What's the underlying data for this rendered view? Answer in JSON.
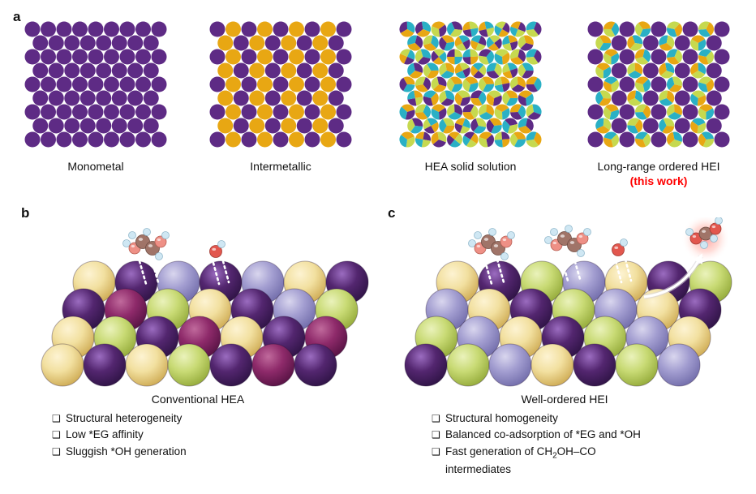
{
  "labels": {
    "a": "a",
    "b": "b",
    "c": "c"
  },
  "bullet_glyph": "❑",
  "palette": {
    "purple": "#5e2b85",
    "gold": "#e8a713",
    "green": "#c6d94f",
    "teal": "#2ab0c5",
    "caption_red": "#ff0000",
    "text": "#111111"
  },
  "lattices": [
    {
      "caption": "Monometal",
      "type": "mono"
    },
    {
      "caption": "Intermetallic",
      "type": "checker"
    },
    {
      "caption": "HEA solid solution",
      "type": "random_pie"
    },
    {
      "caption": "Long-range ordered HEI",
      "subcaption": "(this work)",
      "type": "ordered_pie"
    }
  ],
  "scene_b": {
    "caption": "Conventional HEA",
    "bullets": [
      [
        {
          "t": "Structural heterogeneity"
        }
      ],
      [
        {
          "t": "Low *EG affinity"
        }
      ],
      [
        {
          "t": "Sluggish *OH generation"
        }
      ]
    ],
    "sphere_pattern": [
      [
        "cream",
        "purple",
        "lav",
        "purple",
        "lav",
        "cream",
        "purple"
      ],
      [
        "purple",
        "magenta",
        "green",
        "cream",
        "purple",
        "lav",
        "green"
      ],
      [
        "cream",
        "green",
        "purple",
        "magenta",
        "cream",
        "purple",
        "magenta"
      ],
      [
        "cream",
        "purple",
        "cream",
        "green",
        "purple",
        "magenta",
        "purple"
      ]
    ]
  },
  "scene_c": {
    "caption": "Well-ordered HEI",
    "bullets": [
      [
        {
          "t": "Structural homogeneity"
        }
      ],
      [
        {
          "t": "Balanced co-adsorption of *EG and *OH"
        }
      ],
      [
        {
          "t": "Fast generation of CH"
        },
        {
          "t": "2",
          "sub": true
        },
        {
          "t": "OH–CO intermediates"
        }
      ]
    ],
    "sphere_pattern": [
      [
        "cream",
        "purple",
        "green",
        "lav",
        "cream",
        "purple",
        "green"
      ],
      [
        "lav",
        "cream",
        "purple",
        "green",
        "lav",
        "cream",
        "purple"
      ],
      [
        "green",
        "lav",
        "cream",
        "purple",
        "green",
        "lav",
        "cream"
      ],
      [
        "purple",
        "green",
        "lav",
        "cream",
        "purple",
        "green",
        "lav"
      ]
    ]
  },
  "sphere_colors": {
    "cream": {
      "hi": "#fdf3d2",
      "mid": "#f2e0a0",
      "lo": "#c9a348"
    },
    "purple": {
      "hi": "#9b6cc0",
      "mid": "#53266f",
      "lo": "#2a1140"
    },
    "green": {
      "hi": "#eaf2bb",
      "mid": "#c8da74",
      "lo": "#8da432"
    },
    "lav": {
      "hi": "#d9d6ee",
      "mid": "#a29dd0",
      "lo": "#6b66a5"
    },
    "magenta": {
      "hi": "#c06a9c",
      "mid": "#8e2a6a",
      "lo": "#4f0f3e"
    }
  },
  "molecule_colors": {
    "carbon": "#a07468",
    "oxygen": "#ee9086",
    "oxygen_dark": "#e2574e",
    "hydrogen": "#cfe7f3"
  }
}
